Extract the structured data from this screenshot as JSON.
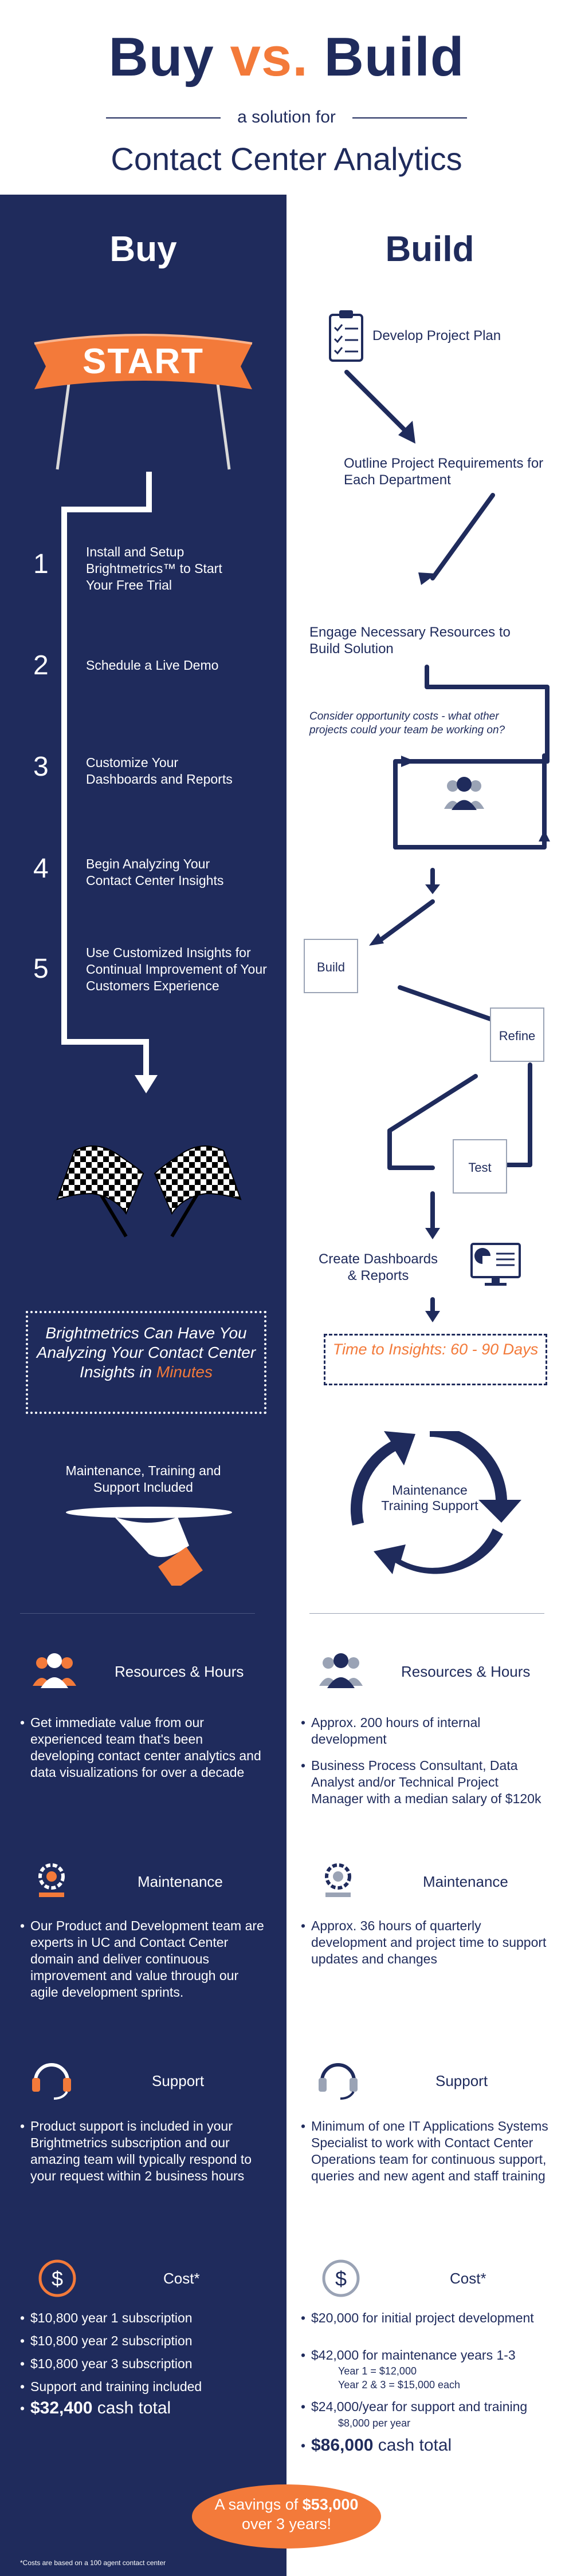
{
  "header": {
    "buy": "Buy",
    "vs": "vs.",
    "build": "Build",
    "subtitle": "a solution for",
    "title2": "Contact Center Analytics"
  },
  "columns": {
    "buy": "Buy",
    "build": "Build"
  },
  "start_label": "START",
  "steps": [
    {
      "num": "1",
      "text": "Install and Setup Brightmetrics™ to Start Your Free Trial"
    },
    {
      "num": "2",
      "text": "Schedule a Live Demo"
    },
    {
      "num": "3",
      "text": "Customize Your Dashboards and Reports"
    },
    {
      "num": "4",
      "text": "Begin Analyzing Your Contact Center Insights"
    },
    {
      "num": "5",
      "text": "Use Customized Insights for Continual Improvement of Your Customers Experience"
    }
  ],
  "buy_promo": {
    "line": "Brightmetrics Can Have You Analyzing Your Contact Center Insights in",
    "highlight": "Minutes"
  },
  "buy_maintenance": "Maintenance, Training and Support Included",
  "build_flow": {
    "develop": "Develop Project Plan",
    "outline": "Outline Project Requirements for Each Department",
    "engage": "Engage Necessary Resources to Build Solution",
    "consider": "Consider opportunity costs - what other projects could your team be working on?",
    "build": "Build",
    "refine": "Refine",
    "test": "Test",
    "dashboards": "Create Dashboards & Reports",
    "time": "Time to Insights: 60 - 90 Days",
    "cycle": "Maintenance Training Support"
  },
  "sections": {
    "resources": {
      "title": "Resources & Hours",
      "buy": [
        "Get immediate value from our experienced team that's been developing contact center analytics and data visualizations for over a decade"
      ],
      "build": [
        "Approx. 200 hours of internal development",
        "Business Process Consultant, Data Analyst and/or Technical Project Manager with a median salary of $120k"
      ]
    },
    "maintenance": {
      "title": "Maintenance",
      "buy": [
        "Our Product and Development team are experts in UC and Contact Center domain and deliver continuous improvement and value through our agile development sprints."
      ],
      "build": [
        "Approx. 36 hours of quarterly development and project time to support updates and changes"
      ]
    },
    "support": {
      "title": "Support",
      "buy": [
        "Product support is included in your Brightmetrics subscription and our amazing team will typically respond to your request within 2 business hours"
      ],
      "build": [
        "Minimum of one IT Applications Systems Specialist to work with Contact Center Operations team for continuous support, queries and new agent and staff training"
      ]
    },
    "cost": {
      "title": "Cost*",
      "buy": [
        "$10,800 year 1 subscription",
        "$10,800 year 2 subscription",
        "$10,800 year 3 subscription",
        "Support and training included"
      ],
      "buy_total_value": "$32,400",
      "buy_total_label": "cash total",
      "build_1": "$20,000 for initial project development",
      "build_2": "$42,000 for maintenance years 1-3",
      "build_2_sub1": "Year 1 = $12,000",
      "build_2_sub2": "Year 2 & 3 = $15,000 each",
      "build_3": "$24,000/year for support and training",
      "build_3_sub": "$8,000 per year",
      "build_total_value": "$86,000",
      "build_total_label": "cash total"
    }
  },
  "savings": {
    "prefix": "A savings of",
    "amount": "$53,000",
    "suffix": "over 3 years!"
  },
  "footnote": "*Costs are based on a 100 agent contact center",
  "colors": {
    "navy": "#1f2b5c",
    "orange": "#f37a3a",
    "white": "#ffffff"
  }
}
